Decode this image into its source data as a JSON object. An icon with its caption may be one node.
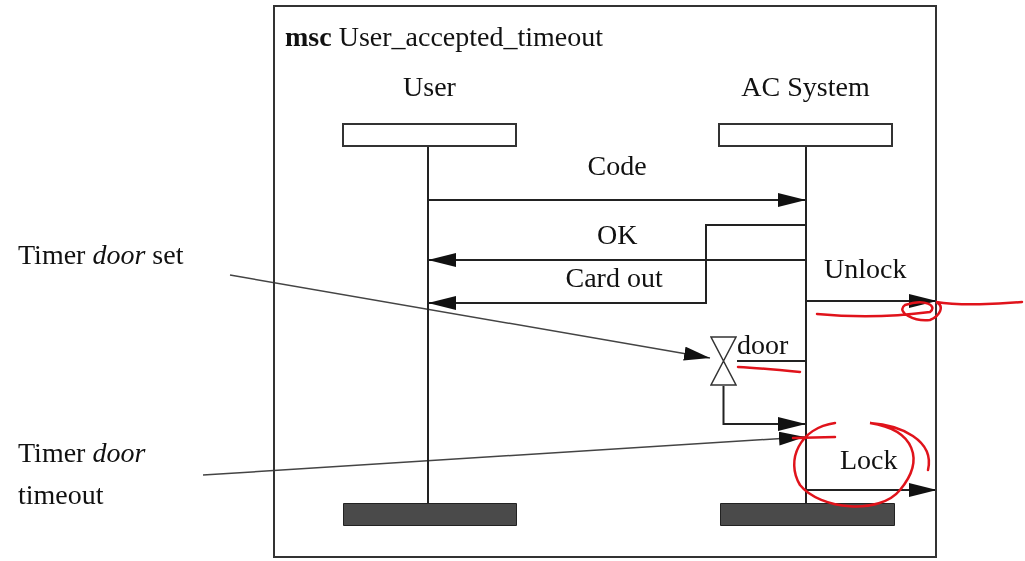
{
  "diagram": {
    "nodes": [
      {
        "text": [
          "**msc** User_accepted_timeout"
        ]
      },
      {
        "text": [
          "User"
        ],
        "in": 0
      },
      {
        "text": [
          "AC System"
        ],
        "in": 0
      },
      {
        "text": [],
        "shape": "line",
        "in": 0
      },
      {
        "text": [],
        "shape": "line",
        "in": 0
      },
      {
        "text": [],
        "shape": "bar",
        "in": 0
      },
      {
        "text": [],
        "shape": "bar",
        "in": 0
      },
      {
        "text": [],
        "shape": "hourglass",
        "beside": [
          "door"
        ],
        "in": 0
      },
      {
        "text": [
          "Timer *door* set"
        ]
      },
      {
        "text": [
          "Timer *door* timeout"
        ]
      }
    ],
    "edges": [
      {
        "from": 3,
        "to": 4,
        "arrow": "to",
        "label": "Code"
      },
      {
        "from": 4,
        "to": 3,
        "arrow": "to",
        "label": "OK"
      },
      {
        "from": 4,
        "to": 3,
        "arrow": "to",
        "label": "Card out"
      },
      {
        "from": 4,
        "to": 0,
        "arrow": "to",
        "label": "Unlock"
      },
      {
        "from": 4,
        "to": 7,
        "arrow": "none"
      },
      {
        "from": 7,
        "to": 4,
        "arrow": "to"
      },
      {
        "from": 4,
        "to": 0,
        "arrow": "to",
        "label": "Lock"
      },
      {
        "from": 8,
        "to": 7,
        "arrow": "to"
      },
      {
        "from": 9,
        "to": 4,
        "arrow": "to"
      }
    ]
  }
}
